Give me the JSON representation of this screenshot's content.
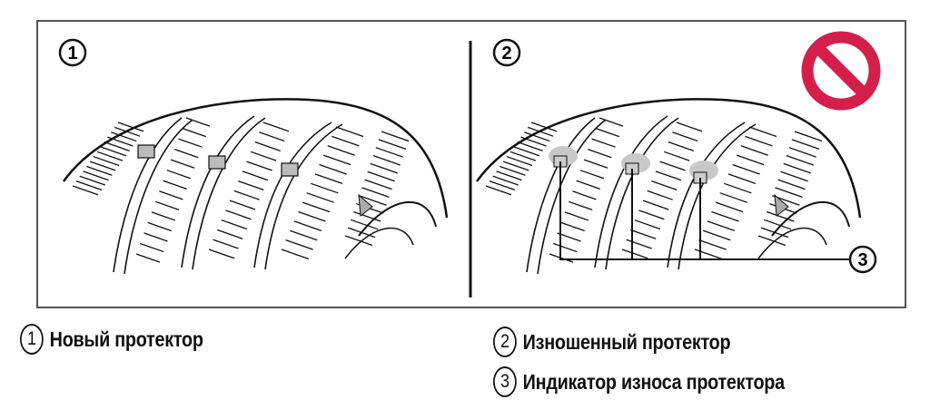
{
  "panels": {
    "new": {
      "number": "1"
    },
    "worn": {
      "number": "2",
      "callout": "3",
      "prohibited_icon": "prohibition-icon"
    }
  },
  "legend": [
    {
      "number": "1",
      "text": "Новый протектор"
    },
    {
      "number": "2",
      "text": "Изношенный протектор"
    },
    {
      "number": "3",
      "text": "Индикатор износа протектора"
    }
  ],
  "colors": {
    "prohibit": "#d41f4b",
    "indicator": "#c8c8c8",
    "line": "#111111"
  }
}
